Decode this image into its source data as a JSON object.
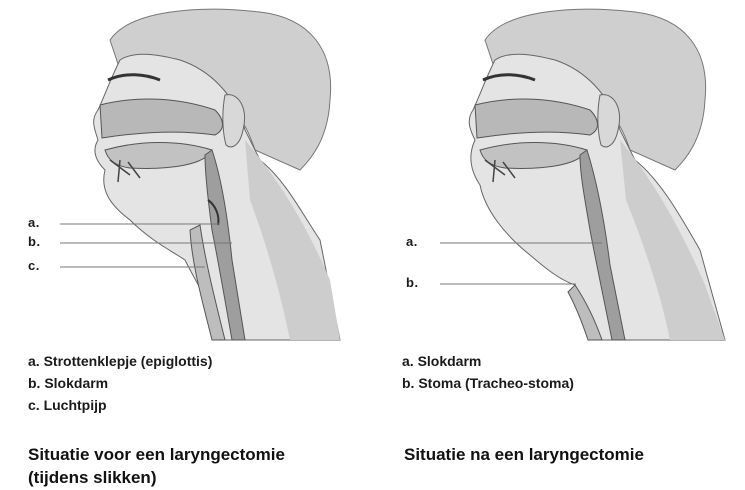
{
  "left": {
    "markers": [
      "a.",
      "b.",
      "c."
    ],
    "legend": [
      "a. Strottenklepje (epiglottis)",
      "b. Slokdarm",
      "c. Luchtpijp"
    ],
    "title_line1": "Situatie voor een laryngectomie",
    "title_line2": "(tijdens slikken)"
  },
  "right": {
    "markers": [
      "a.",
      "b."
    ],
    "legend": [
      "a. Slokdarm",
      "b. Stoma (Tracheo-stoma)"
    ],
    "title": "Situatie na een laryngectomie"
  }
}
